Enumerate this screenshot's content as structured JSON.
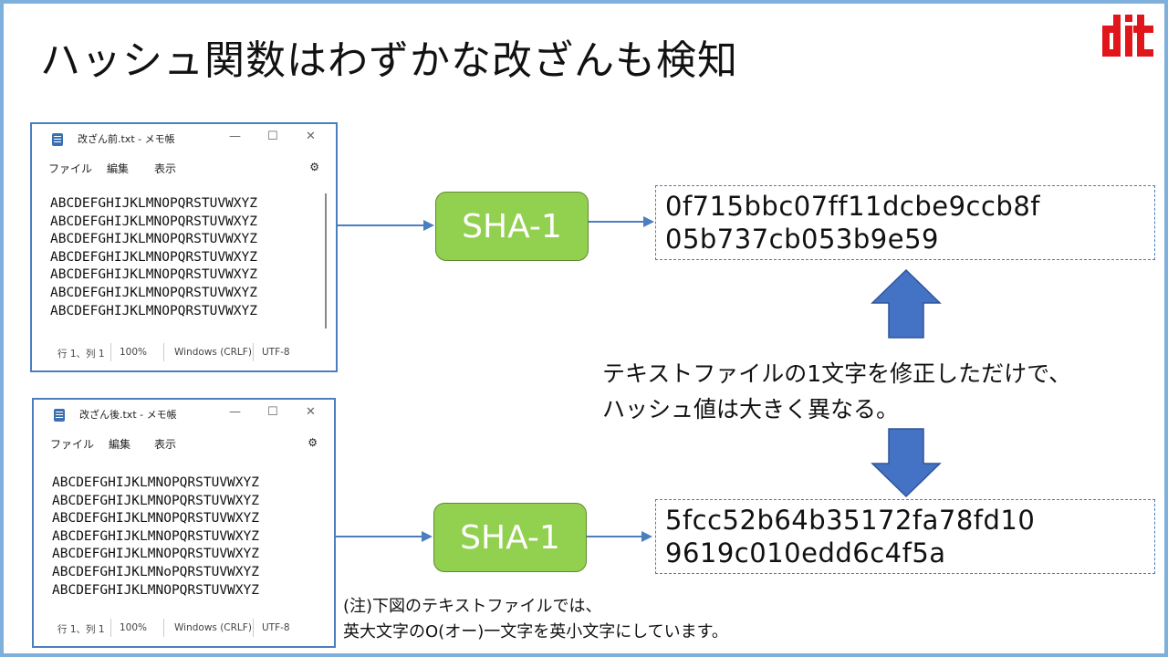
{
  "slide": {
    "title": "ハッシュ関数はわずかな改ざんも検知",
    "logo_text": "dit"
  },
  "notepad_before": {
    "title": "改ざん前.txt - メモ帳",
    "menu": [
      "ファイル",
      "編集",
      "表示"
    ],
    "lines": [
      "ABCDEFGHIJKLMNOPQRSTUVWXYZ",
      "ABCDEFGHIJKLMNOPQRSTUVWXYZ",
      "ABCDEFGHIJKLMNOPQRSTUVWXYZ",
      "ABCDEFGHIJKLMNOPQRSTUVWXYZ",
      "ABCDEFGHIJKLMNOPQRSTUVWXYZ",
      "ABCDEFGHIJKLMNOPQRSTUVWXYZ",
      "ABCDEFGHIJKLMNOPQRSTUVWXYZ"
    ],
    "status": {
      "position": "行 1、列 1",
      "zoom": "100%",
      "eol": "Windows (CRLF)",
      "encoding": "UTF-8"
    }
  },
  "notepad_after": {
    "title": "改ざん後.txt - メモ帳",
    "menu": [
      "ファイル",
      "編集",
      "表示"
    ],
    "lines": [
      "ABCDEFGHIJKLMNOPQRSTUVWXYZ",
      "ABCDEFGHIJKLMNOPQRSTUVWXYZ",
      "ABCDEFGHIJKLMNOPQRSTUVWXYZ",
      "ABCDEFGHIJKLMNOPQRSTUVWXYZ",
      "ABCDEFGHIJKLMNOPQRSTUVWXYZ",
      "ABCDEFGHIJKLMNoPQRSTUVWXYZ",
      "ABCDEFGHIJKLMNOPQRSTUVWXYZ"
    ],
    "status": {
      "position": "行 1、列 1",
      "zoom": "100%",
      "eol": "Windows (CRLF)",
      "encoding": "UTF-8"
    }
  },
  "sha_top": "SHA-1",
  "sha_bottom": "SHA-1",
  "hash_top": [
    "0f715bbc07ff11dcbe9ccb8f",
    "05b737cb053b9e59"
  ],
  "hash_bottom": [
    "5fcc52b64b35172fa78fd10",
    "9619c010edd6c4f5a"
  ],
  "caption": [
    "テキストファイルの1文字を修正しただけで、",
    "ハッシュ値は大きく異なる。"
  ],
  "note": [
    "(注)下図のテキストファイルでは、",
    "英大文字のO(オー)一文字を英小文字にしています。"
  ],
  "colors": {
    "accent": "#4a7ebf",
    "sha_fill": "#92d050",
    "frame": "#7fb0dc",
    "logo": "#e0161b"
  },
  "icons": {
    "notepad": "notepad-icon",
    "gear": "gear-icon",
    "minimize": "minimize-icon",
    "maximize": "maximize-icon",
    "close": "close-icon"
  }
}
